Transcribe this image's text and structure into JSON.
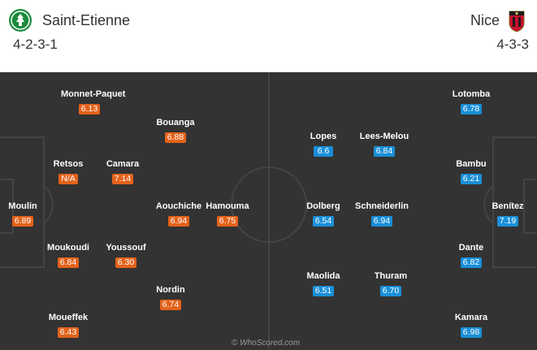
{
  "colors": {
    "home_rating_bg": "#e4621a",
    "away_rating_bg": "#1a8fd8",
    "pitch": "#333333"
  },
  "home": {
    "name": "Saint-Etienne",
    "formation": "4-2-3-1",
    "crest_icon": "saint-etienne-crest-icon",
    "players": [
      {
        "name": "Monnet-Paquet",
        "rating": "6.13"
      },
      {
        "name": "Bouanga",
        "rating": "6.88"
      },
      {
        "name": "Retsos",
        "rating": "N/A"
      },
      {
        "name": "Camara",
        "rating": "7.14"
      },
      {
        "name": "Moulin",
        "rating": "6.89"
      },
      {
        "name": "Aouchiche",
        "rating": "6.94"
      },
      {
        "name": "Hamouma",
        "rating": "6.75"
      },
      {
        "name": "Moukoudi",
        "rating": "6.84"
      },
      {
        "name": "Youssouf",
        "rating": "6.30"
      },
      {
        "name": "Nordin",
        "rating": "6.74"
      },
      {
        "name": "Moueffek",
        "rating": "6.43"
      }
    ]
  },
  "away": {
    "name": "Nice",
    "formation": "4-3-3",
    "crest_icon": "nice-crest-icon",
    "players": [
      {
        "name": "Lotomba",
        "rating": "6.78"
      },
      {
        "name": "Lopes",
        "rating": "6.6"
      },
      {
        "name": "Lees-Melou",
        "rating": "6.84"
      },
      {
        "name": "Bambu",
        "rating": "6.21"
      },
      {
        "name": "Dolberg",
        "rating": "6.54"
      },
      {
        "name": "Schneiderlin",
        "rating": "6.94"
      },
      {
        "name": "Benítez",
        "rating": "7.19"
      },
      {
        "name": "Dante",
        "rating": "6.82"
      },
      {
        "name": "Maolida",
        "rating": "6.51"
      },
      {
        "name": "Thuram",
        "rating": "6.70"
      },
      {
        "name": "Kamara",
        "rating": "6.98"
      }
    ]
  },
  "watermark": "© WhoScored.com"
}
